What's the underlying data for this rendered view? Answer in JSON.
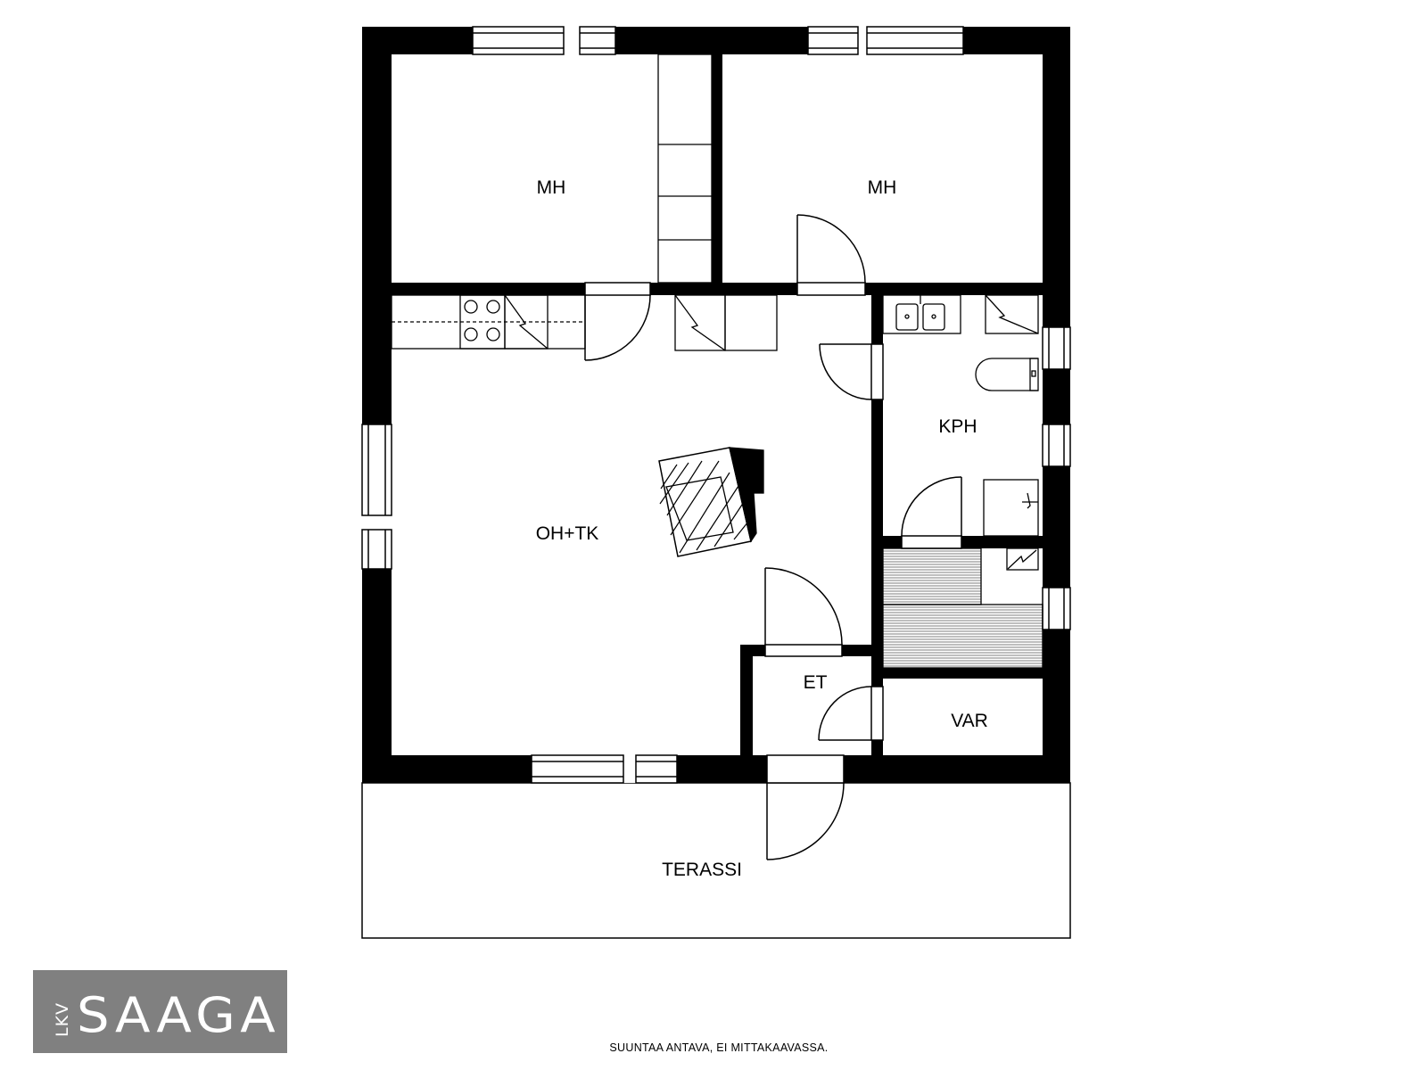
{
  "floorplan": {
    "rooms": {
      "mh_left": "MH",
      "mh_right": "MH",
      "oh_tk": "OH+TK",
      "kph": "KPH",
      "et": "ET",
      "var": "VAR",
      "terassi": "TERASSI"
    },
    "disclaimer": "SUUNTAA ANTAVA, EI MITTAKAAVASSA."
  },
  "logo": {
    "prefix": "LKV",
    "name": "SAAGA",
    "background_color": "#808080"
  }
}
